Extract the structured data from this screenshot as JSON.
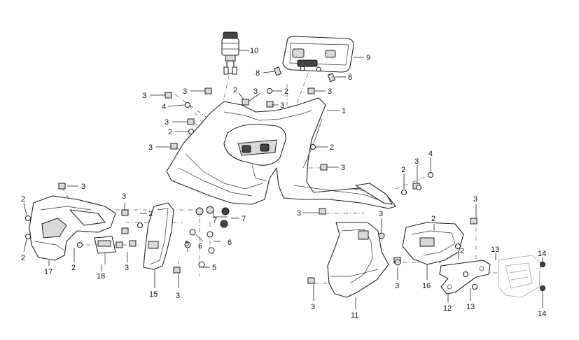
{
  "diagram": {
    "callouts": [
      {
        "label": "1"
      },
      {
        "label": "2"
      },
      {
        "label": "3"
      },
      {
        "label": "4"
      },
      {
        "label": "5"
      },
      {
        "label": "6"
      },
      {
        "label": "7"
      },
      {
        "label": "8"
      },
      {
        "label": "9"
      },
      {
        "label": "10"
      },
      {
        "label": "11"
      },
      {
        "label": "12"
      },
      {
        "label": "13"
      },
      {
        "label": "14"
      },
      {
        "label": "15"
      },
      {
        "label": "16"
      },
      {
        "label": "17"
      },
      {
        "label": "18"
      }
    ]
  }
}
